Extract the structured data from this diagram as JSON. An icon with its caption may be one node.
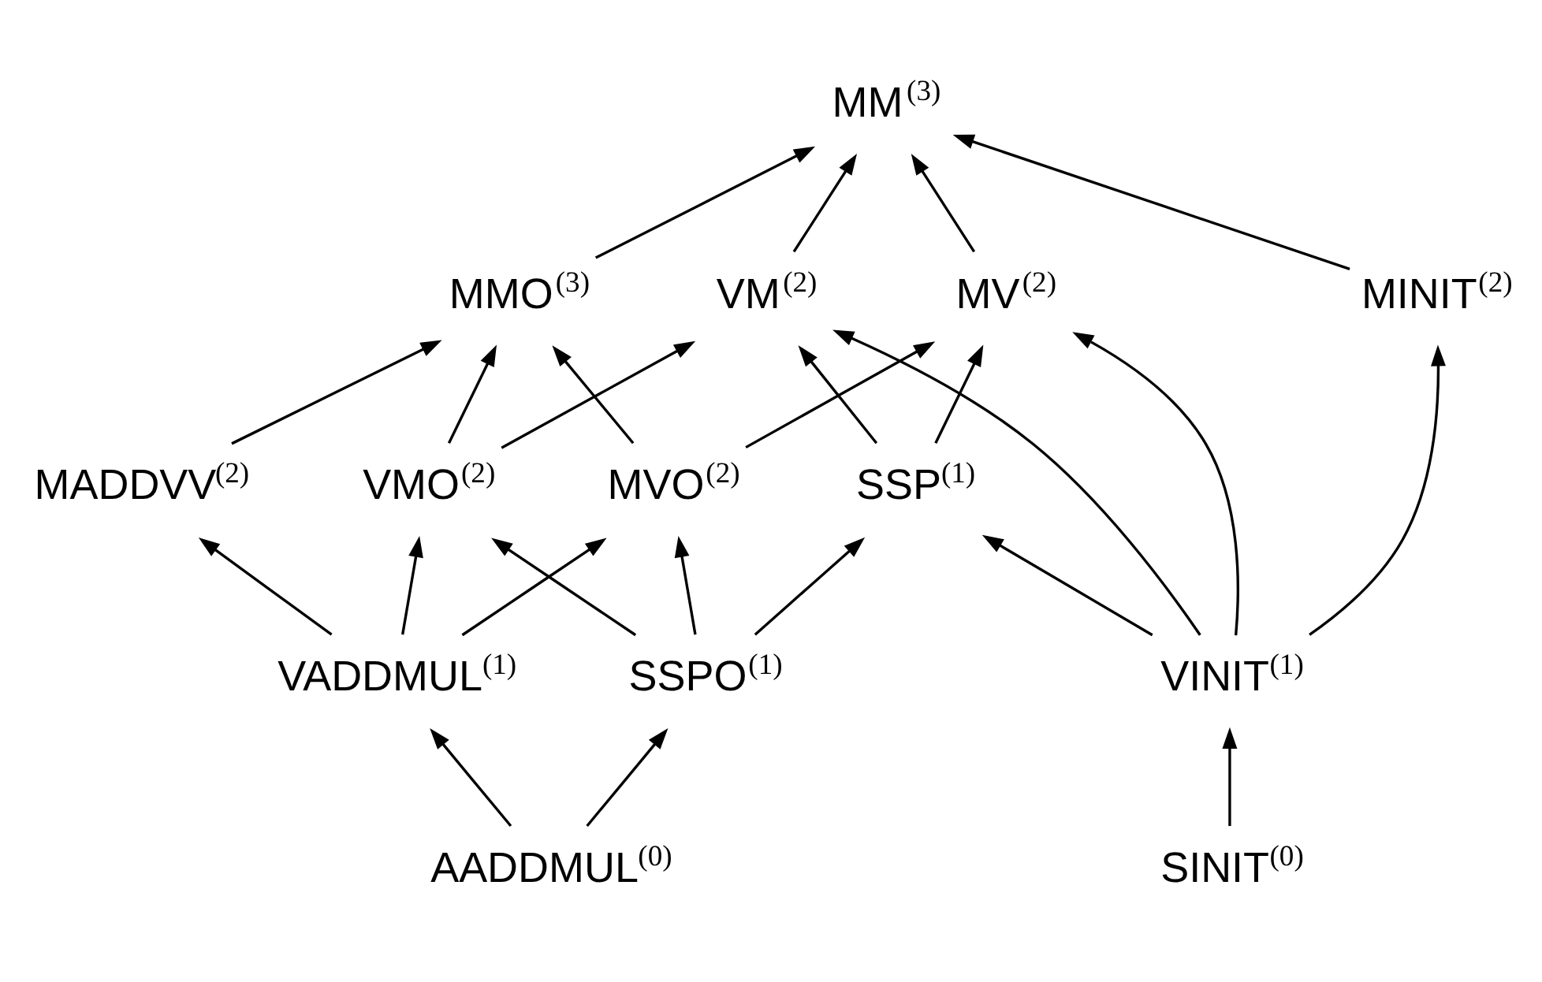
{
  "diagram": {
    "nodes": [
      {
        "text": [
          "MM$^{(3)}$"
        ]
      },
      {
        "text": [
          "MMO$^{(3)}$"
        ]
      },
      {
        "text": [
          "MADDVV$^{(2)}$"
        ]
      },
      {
        "text": [
          "VM$^{(2)}$"
        ]
      },
      {
        "text": [
          "MV$^{(2)}$"
        ]
      },
      {
        "text": [
          "MINIT$^{(2)}$"
        ]
      },
      {
        "text": [
          "VMO$^{(2)}$"
        ]
      },
      {
        "text": [
          "SSP$^{(1)}$"
        ]
      },
      {
        "text": [
          "MVO$^{(2)}$"
        ]
      },
      {
        "text": [
          "VADDMUL$^{(1)}$"
        ]
      },
      {
        "text": [
          "SSPO$^{(1)}$"
        ]
      },
      {
        "text": [
          "VINIT$^{(1)}$"
        ]
      },
      {
        "text": [
          "AADDMUL$^{(0)}$"
        ]
      },
      {
        "text": [
          "SINIT$^{(0)}$"
        ]
      }
    ],
    "edges": [
      {
        "from": 1,
        "to": 0,
        "arrow": "to"
      },
      {
        "from": 3,
        "to": 0,
        "arrow": "to"
      },
      {
        "from": 4,
        "to": 0,
        "arrow": "to"
      },
      {
        "from": 5,
        "to": 0,
        "arrow": "to"
      },
      {
        "from": 2,
        "to": 1,
        "arrow": "to"
      },
      {
        "from": 6,
        "to": 1,
        "arrow": "to"
      },
      {
        "from": 8,
        "to": 1,
        "arrow": "to"
      },
      {
        "from": 6,
        "to": 3,
        "arrow": "to"
      },
      {
        "from": 7,
        "to": 3,
        "arrow": "to"
      },
      {
        "from": 11,
        "to": 3,
        "arrow": "to"
      },
      {
        "from": 7,
        "to": 4,
        "arrow": "to"
      },
      {
        "from": 8,
        "to": 4,
        "arrow": "to"
      },
      {
        "from": 11,
        "to": 4,
        "arrow": "to"
      },
      {
        "from": 11,
        "to": 5,
        "arrow": "to"
      },
      {
        "from": 11,
        "to": 7,
        "arrow": "to"
      },
      {
        "from": 9,
        "to": 2,
        "arrow": "to"
      },
      {
        "from": 9,
        "to": 6,
        "arrow": "to"
      },
      {
        "from": 9,
        "to": 8,
        "arrow": "to"
      },
      {
        "from": 10,
        "to": 6,
        "arrow": "to"
      },
      {
        "from": 10,
        "to": 7,
        "arrow": "to"
      },
      {
        "from": 10,
        "to": 8,
        "arrow": "to"
      },
      {
        "from": 12,
        "to": 9,
        "arrow": "to"
      },
      {
        "from": 12,
        "to": 10,
        "arrow": "to"
      },
      {
        "from": 13,
        "to": 11,
        "arrow": "to"
      }
    ]
  }
}
